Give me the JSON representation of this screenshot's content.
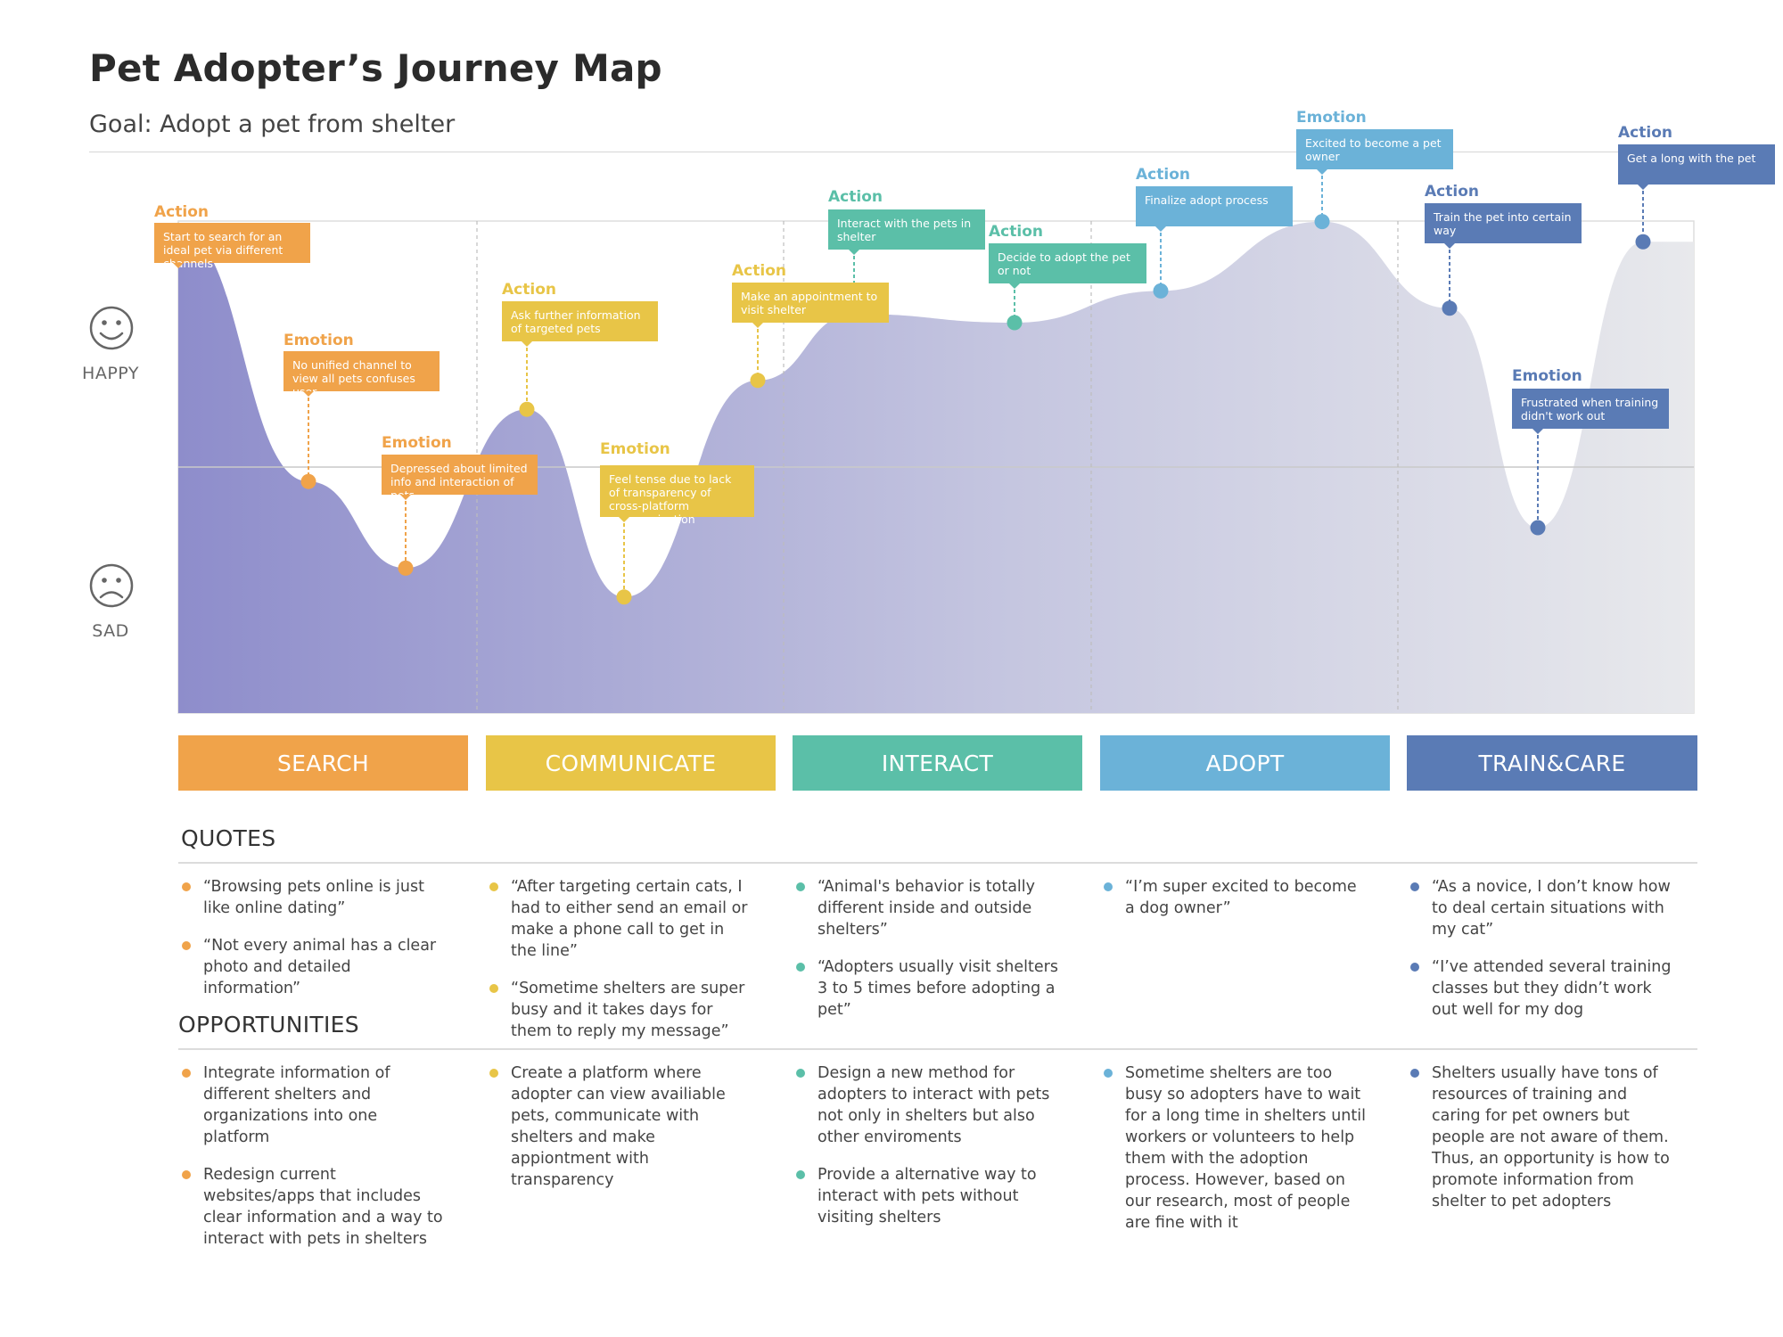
{
  "title": "Pet Adopter’s Journey Map",
  "goal": "Goal: Adopt a pet from shelter",
  "mood_labels": {
    "happy": "HAPPY",
    "sad": "SAD"
  },
  "colors": {
    "search": "#F0A34A",
    "communicate": "#E8C547",
    "interact": "#5BBFA8",
    "adopt": "#6BB2D8",
    "train": "#5A7BB5",
    "area_start": "#8E8DCB",
    "area_end": "#E8E9EC"
  },
  "callouts": [
    {
      "kind": "Action",
      "text": "Start to search for an ideal pet via different channels",
      "stage": "search",
      "level": 0.82
    },
    {
      "kind": "Emotion",
      "text": "No unified channel to view all pets confuses user",
      "stage": "search",
      "level": -0.05
    },
    {
      "kind": "Emotion",
      "text": "Depressed about limited info and interaction of pets",
      "stage": "search",
      "level": -0.35
    },
    {
      "kind": "Action",
      "text": "Ask further information of targeted pets",
      "stage": "communicate",
      "level": 0.2
    },
    {
      "kind": "Emotion",
      "text": "Feel tense due to lack of transparency of cross-platform communication",
      "stage": "communicate",
      "level": -0.45
    },
    {
      "kind": "Action",
      "text": "Make an appointment to visit shelter",
      "stage": "communicate",
      "level": 0.3
    },
    {
      "kind": "Action",
      "text": "Interact with the pets in shelter",
      "stage": "interact",
      "level": 0.53
    },
    {
      "kind": "Action",
      "text": "Decide to adopt the pet or not",
      "stage": "interact",
      "level": 0.5
    },
    {
      "kind": "Action",
      "text": "Finalize adopt process",
      "stage": "adopt",
      "level": 0.61
    },
    {
      "kind": "Emotion",
      "text": "Excited to become a pet owner",
      "stage": "adopt",
      "level": 0.85
    },
    {
      "kind": "Action",
      "text": "Train the pet into certain way",
      "stage": "train",
      "level": 0.55
    },
    {
      "kind": "Emotion",
      "text": "Frustrated when training didn't work out",
      "stage": "train",
      "level": -0.21
    },
    {
      "kind": "Action",
      "text": "Get a long with the pet",
      "stage": "train",
      "level": 0.78
    }
  ],
  "stages": [
    {
      "key": "search",
      "label": "SEARCH"
    },
    {
      "key": "communicate",
      "label": "COMMUNICATE"
    },
    {
      "key": "interact",
      "label": "INTERACT"
    },
    {
      "key": "adopt",
      "label": "ADOPT"
    },
    {
      "key": "train",
      "label": "TRAIN&CARE"
    }
  ],
  "quotes_title": "QUOTES",
  "opportunities_title": "OPPORTUNITIES",
  "quotes": [
    [
      "“Browsing pets online is just like online dating”",
      "“Not every animal has a clear photo and detailed information”"
    ],
    [
      "“After targeting certain cats, I had to either send an email or make a phone call to get in the line”",
      "“Sometime shelters are super busy and it takes days for them to reply my message”"
    ],
    [
      "“Animal's behavior is totally different inside and outside shelters”",
      "“Adopters usually visit shelters 3 to 5 times before adopting a pet”"
    ],
    [
      "“I’m super excited to become a dog owner”"
    ],
    [
      "“As a novice, I don’t know how to deal certain situations with my cat”",
      "“I’ve attended several training classes but they didn’t work out well for my dog"
    ]
  ],
  "opportunities": [
    [
      "Integrate information of different shelters and organizations into one platform",
      "Redesign current websites/apps that includes clear information and a way to interact with pets in shelters"
    ],
    [
      "Create a platform where adopter can view availiable pets, communicate with shelters and make appiontment with transparency"
    ],
    [
      "Design a new method for adopters to interact with pets not only in shelters but also other enviroments",
      "Provide a alternative way to interact with pets without visiting shelters"
    ],
    [
      "Sometime shelters are too busy so adopters have to wait for a long time in shelters until workers or volunteers to help them with the adoption process. However, based on our research, most of people are fine with it"
    ],
    [
      "Shelters usually have tons of resources of training and caring for pet owners but people are not aware of them. Thus, an opportunity is how to promote information from shelter to pet adopters"
    ]
  ]
}
